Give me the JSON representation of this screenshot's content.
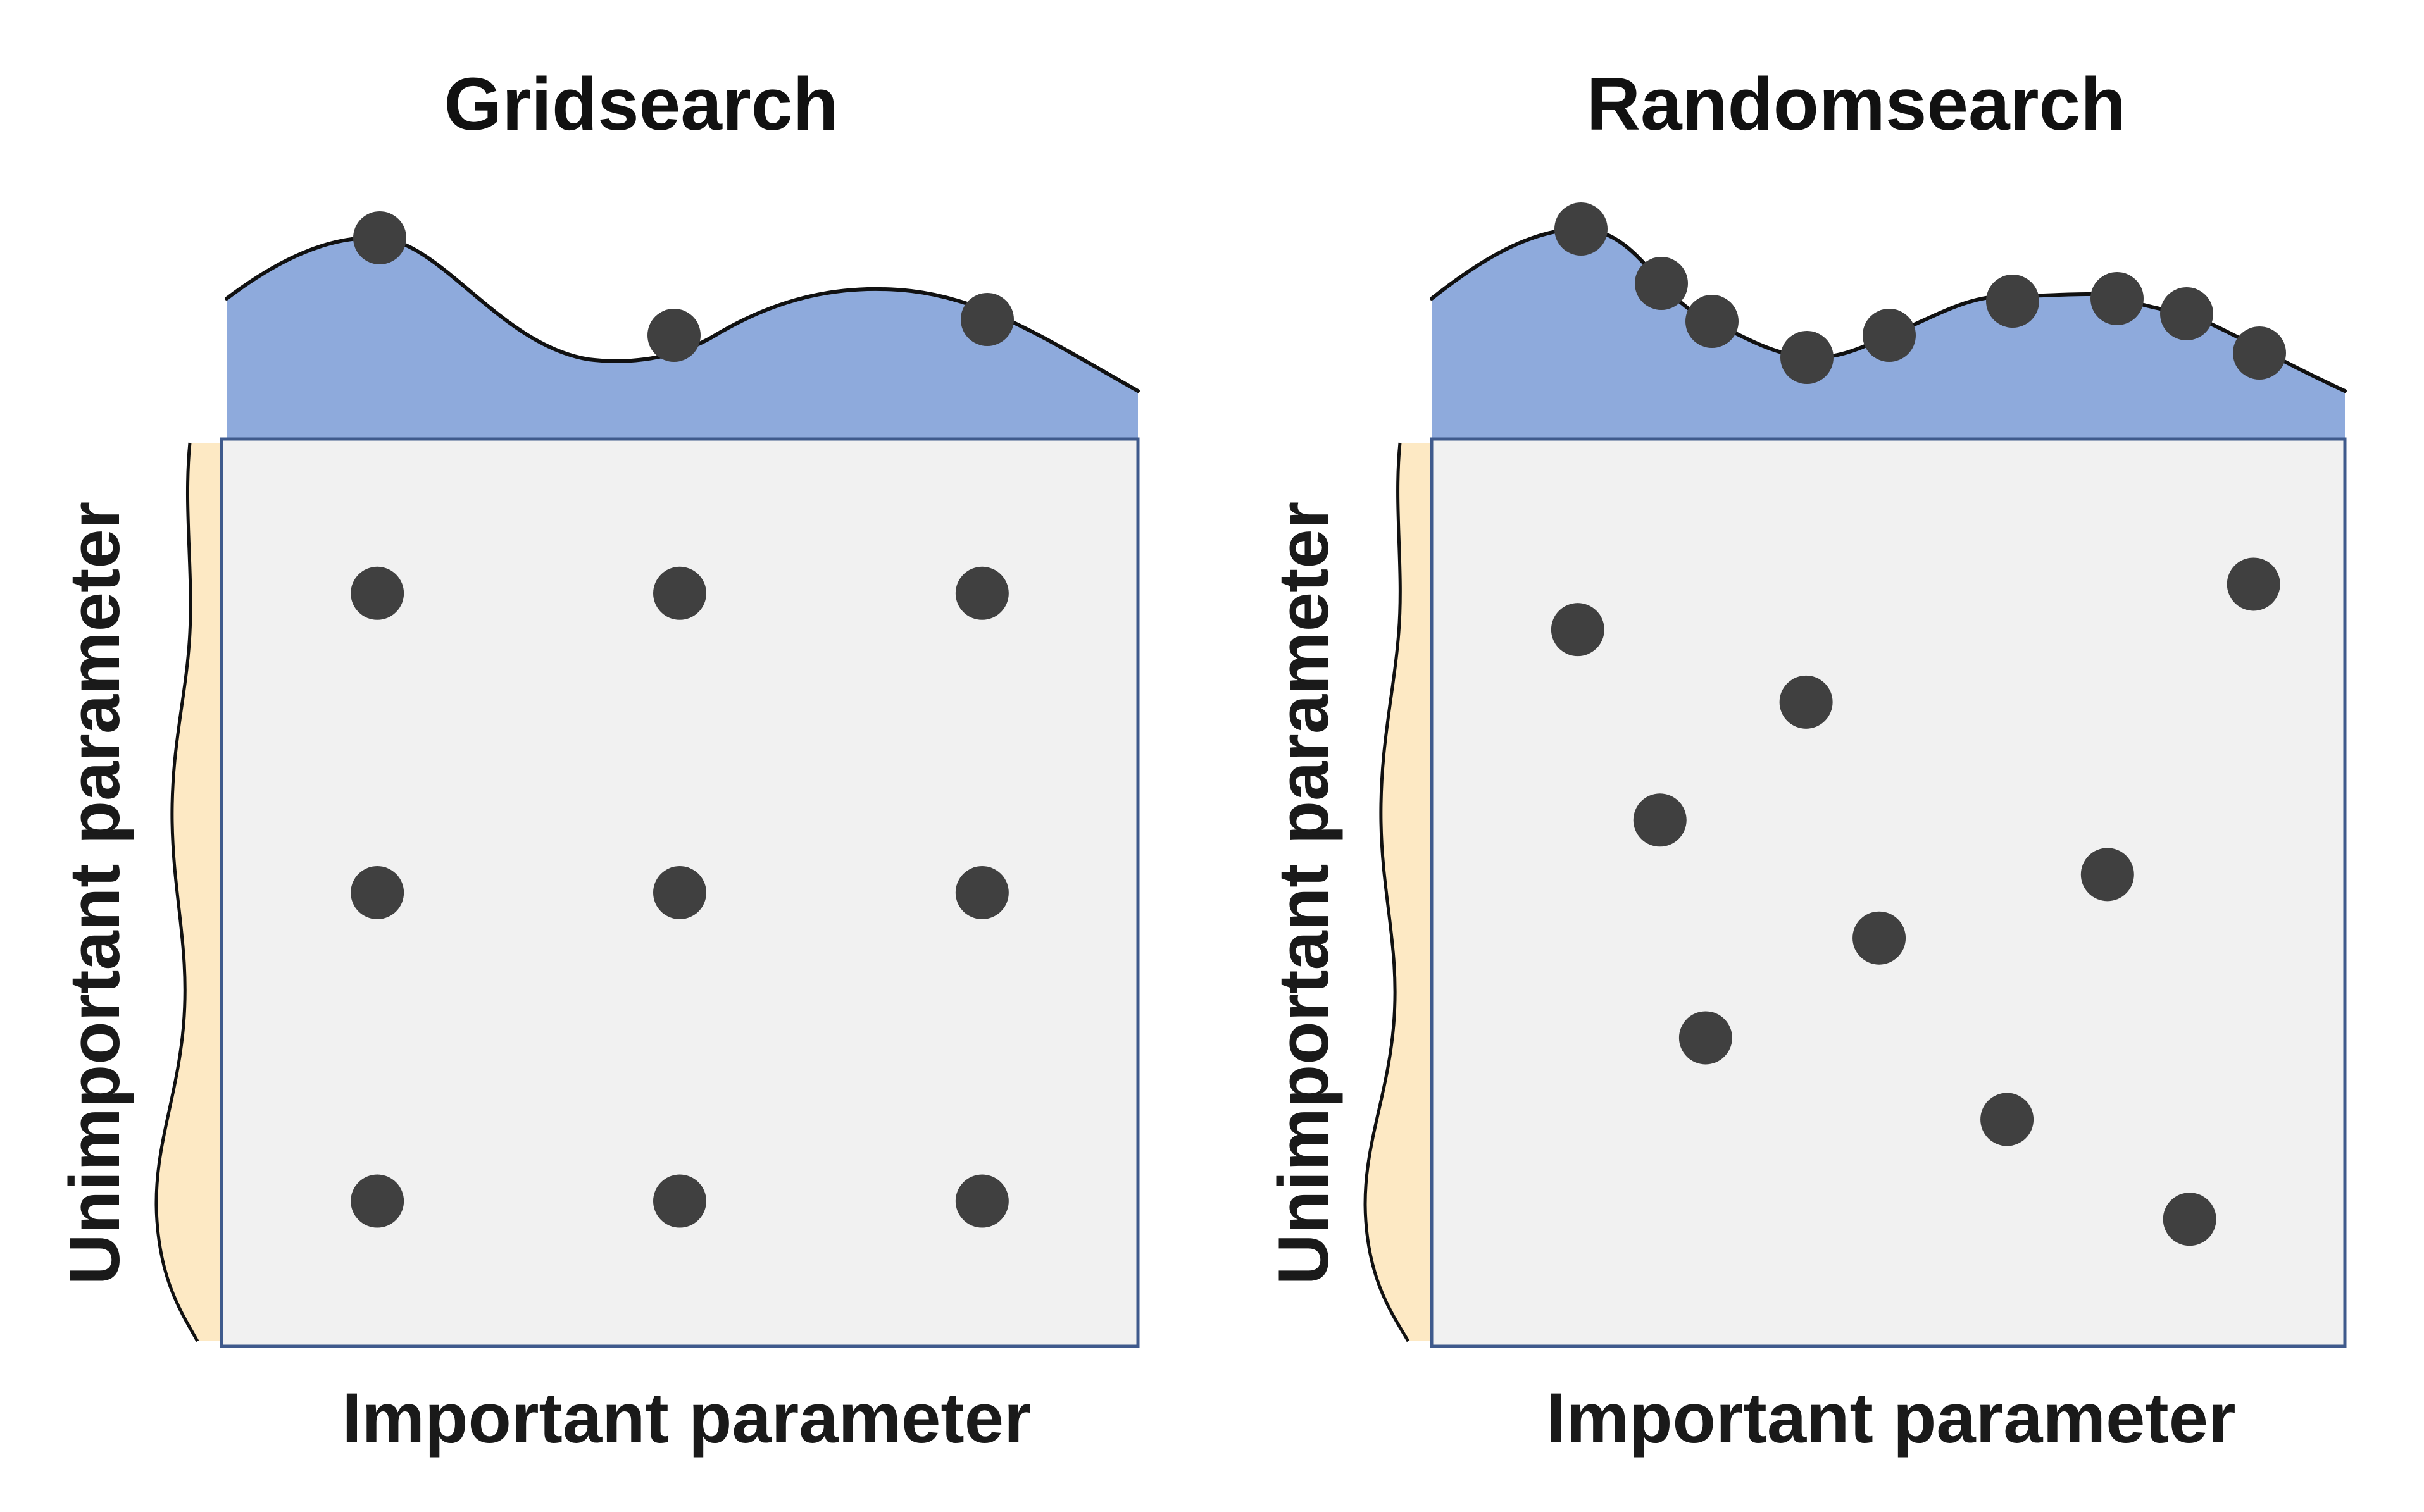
{
  "colors": {
    "background": "#ffffff",
    "plot_fill": "#f1f1f1",
    "plot_border": "#3f5a8c",
    "top_curve_fill": "#8eaadc",
    "side_curve_fill": "#fde9c4",
    "point_fill": "#404040",
    "text": "#111111"
  },
  "panels": [
    {
      "title": "Gridsearch",
      "x_label": "Important parameter",
      "y_label": "Unimportant parameter",
      "pattern": "grid",
      "points": [
        {
          "x": 0.17,
          "y": 0.83
        },
        {
          "x": 0.5,
          "y": 0.83
        },
        {
          "x": 0.83,
          "y": 0.83
        },
        {
          "x": 0.17,
          "y": 0.5
        },
        {
          "x": 0.5,
          "y": 0.5
        },
        {
          "x": 0.83,
          "y": 0.5
        },
        {
          "x": 0.17,
          "y": 0.16
        },
        {
          "x": 0.5,
          "y": 0.16
        },
        {
          "x": 0.83,
          "y": 0.16
        }
      ]
    },
    {
      "title": "Randomsearch",
      "x_label": "Important parameter",
      "y_label": "Unimportant parameter",
      "pattern": "random",
      "points": [
        {
          "x": 0.16,
          "y": 0.79
        },
        {
          "x": 0.41,
          "y": 0.71
        },
        {
          "x": 0.25,
          "y": 0.58
        },
        {
          "x": 0.74,
          "y": 0.52
        },
        {
          "x": 0.49,
          "y": 0.45
        },
        {
          "x": 0.3,
          "y": 0.34
        },
        {
          "x": 0.63,
          "y": 0.25
        },
        {
          "x": 0.83,
          "y": 0.14
        },
        {
          "x": 0.9,
          "y": 0.84
        }
      ]
    }
  ]
}
